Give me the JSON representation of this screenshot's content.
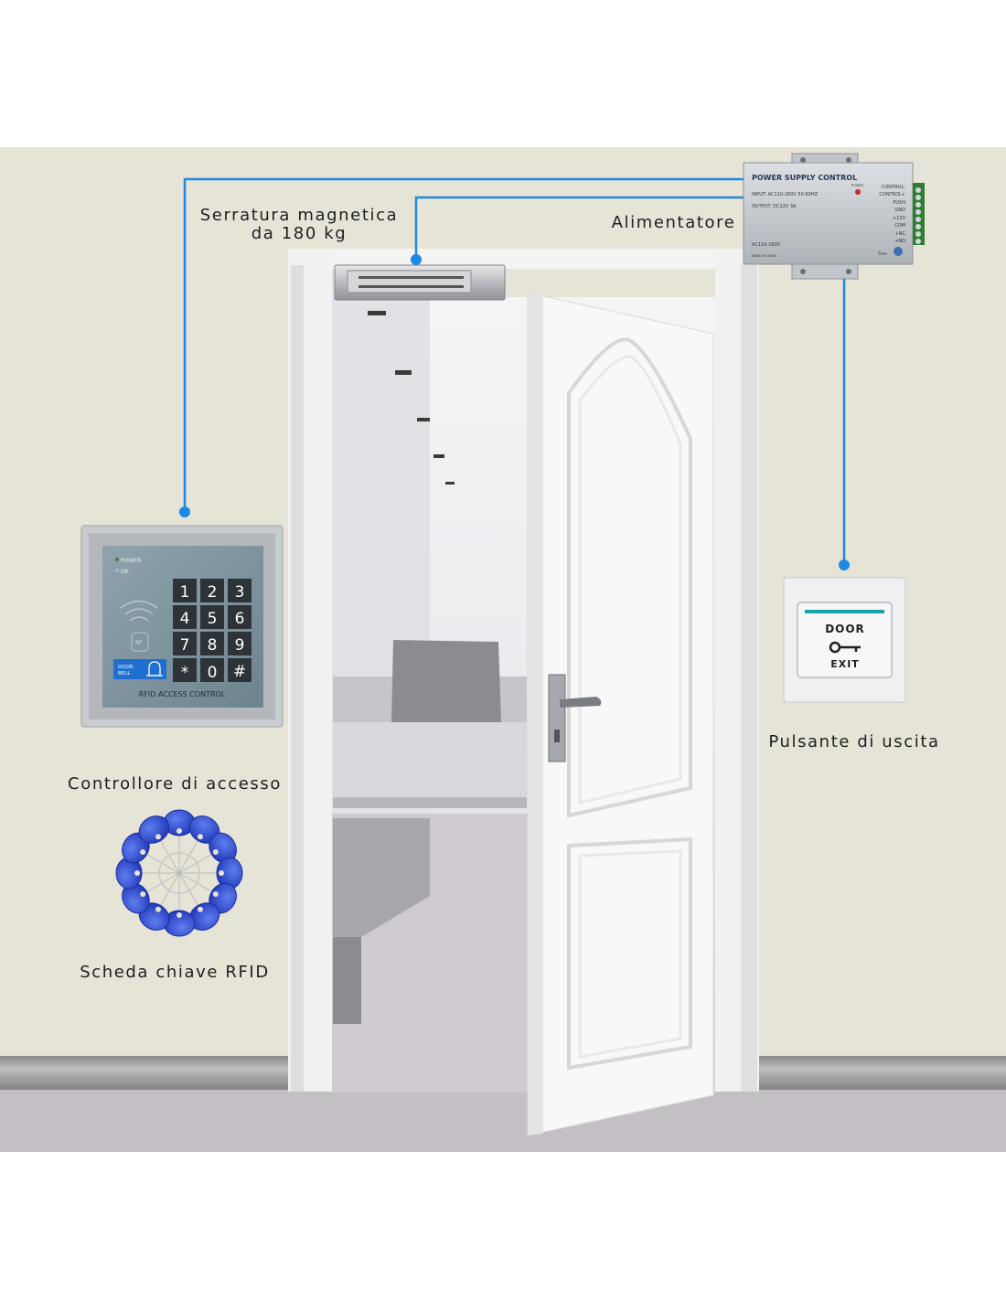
{
  "labels": {
    "magnetic_lock_line1": "Serratura magnetica",
    "magnetic_lock_line2": "da 180 kg",
    "power_supply": "Alimentatore",
    "access_controller": "Controllore di accesso",
    "exit_button": "Pulsante di uscita",
    "rfid_card": "Scheda chiave RFID"
  },
  "power_supply_unit": {
    "title": "POWER SUPPLY CONTROL",
    "input": "INPUT: AC110-260V 50-60HZ",
    "output": "OUTPUT: DC12V 3A",
    "model": "AC110-260V",
    "made_in": "MADE IN CHINA",
    "power_led": "POWER",
    "time": "Time",
    "terminals": [
      "CONTROL-",
      "CONTROL+",
      "PUSH",
      "GND",
      "+12V",
      "COM",
      "+NC",
      "+NO"
    ]
  },
  "keypad": {
    "power_label": "POWER",
    "ok_label": "OK",
    "keys": [
      "1",
      "2",
      "3",
      "4",
      "5",
      "6",
      "7",
      "8",
      "9",
      "*",
      "0",
      "#"
    ],
    "doorbell_label_1": "DOOR",
    "doorbell_label_2": "BELL",
    "rf_label": "RF",
    "brand_text": "RFID ACCESS CONTROL"
  },
  "exit_button_device": {
    "top_text": "DOOR",
    "bottom_text": "EXIT"
  },
  "colors": {
    "wall": "#e6e3d7",
    "wire": "#1e88e5",
    "baseboard": "#9c9c9c",
    "floor": "#c3bec4",
    "door": "#f7f7f7",
    "fob_blue": "#2a4ad3"
  }
}
